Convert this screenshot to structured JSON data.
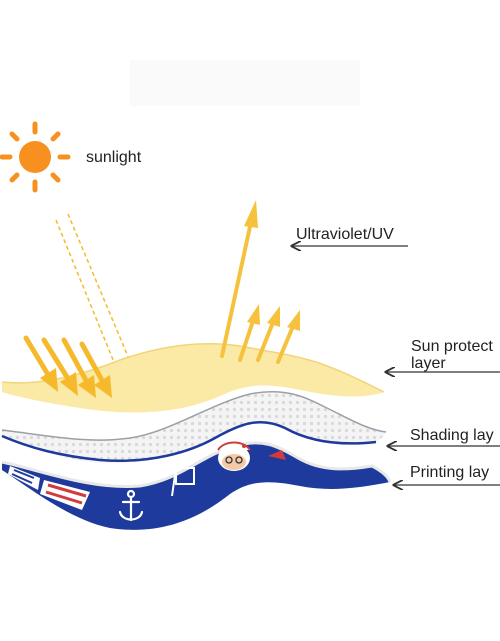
{
  "labels": {
    "sunlight": "sunlight",
    "uv": "Ultraviolet/UV",
    "sun_protect_line1": "Sun protect",
    "sun_protect_line2": "layer",
    "shading": "Shading lay",
    "printing": "Printing lay"
  },
  "icons": {
    "sun": "sun-icon",
    "anchor": "anchor-icon",
    "mascot": "mascot-face-icon",
    "fabric": "fabric-layers-illustration"
  },
  "colors": {
    "sun": "#f7901e",
    "incoming_light": "#f6b92b",
    "uv_arrow": "#f6c23e",
    "protect_layer": "#fbe9a6",
    "shading_layer": "#f3f3f3",
    "printing_layer": "#1d3a9c",
    "label_text": "#222222",
    "leader_line": "#333333"
  }
}
